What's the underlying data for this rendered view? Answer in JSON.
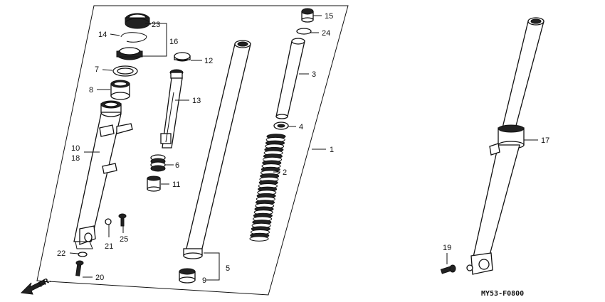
{
  "diagram": {
    "labels": {
      "p1": "1",
      "p2": "2",
      "p3": "3",
      "p4": "4",
      "p5": "5",
      "p6": "6",
      "p7": "7",
      "p8": "8",
      "p9": "9",
      "p10": "10",
      "p11": "11",
      "p12": "12",
      "p13": "13",
      "p14": "14",
      "p15": "15",
      "p16": "16",
      "p17": "17",
      "p18": "18",
      "p19": "19",
      "p20": "20",
      "p21": "21",
      "p22": "22",
      "p23": "23",
      "p24": "24",
      "p25": "25"
    },
    "direction": "FR.",
    "figure_code": "MY53-F0800"
  }
}
